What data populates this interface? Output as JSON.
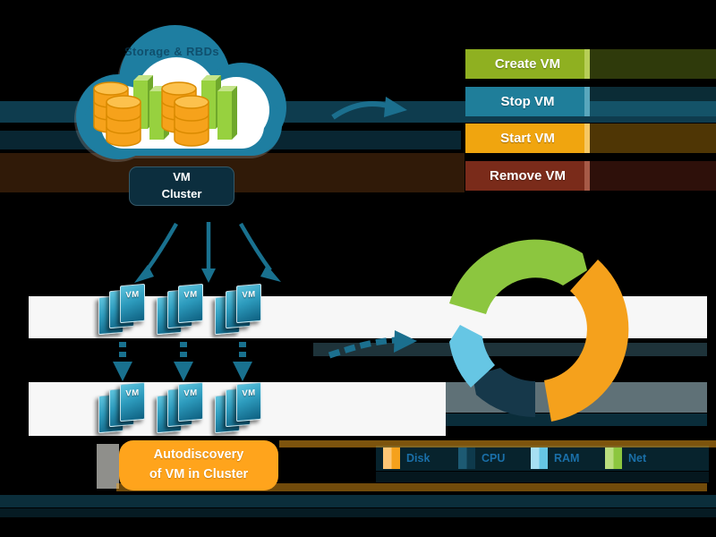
{
  "cloud": {
    "watermark": "Storage & RBDs",
    "cluster_label_line1": "VM",
    "cluster_label_line2": "Cluster"
  },
  "action_buttons": [
    {
      "label": "Create VM",
      "color": "#8FB021"
    },
    {
      "label": "Stop VM",
      "color": "#1F7E9A"
    },
    {
      "label": "Start VM",
      "color": "#F0A50F"
    },
    {
      "label": "Remove VM",
      "color": "#7A2B1A"
    }
  ],
  "vm_stacks": {
    "badge": "VM",
    "rows": 2,
    "groups_per_row": 3,
    "pages_per_group": 3,
    "color": "#1E89AC"
  },
  "autodiscovery_label": {
    "line1": "Autodiscovery",
    "line2": "of VM in Cluster",
    "color": "#FFA41C"
  },
  "lifecycle_cycle": {
    "segments": [
      {
        "name": "green",
        "color": "#8CC63F"
      },
      {
        "name": "orange",
        "color": "#F5A11C"
      },
      {
        "name": "dark-teal",
        "color": "#16384A"
      },
      {
        "name": "light-blue",
        "color": "#66C6E4"
      }
    ]
  },
  "legend": {
    "items": [
      {
        "label": "Disk",
        "color": "#F5A11C"
      },
      {
        "label": "CPU",
        "color": "#0E3A4C"
      },
      {
        "label": "RAM",
        "color": "#66C6E4"
      },
      {
        "label": "Net",
        "color": "#8CC63F"
      }
    ]
  }
}
